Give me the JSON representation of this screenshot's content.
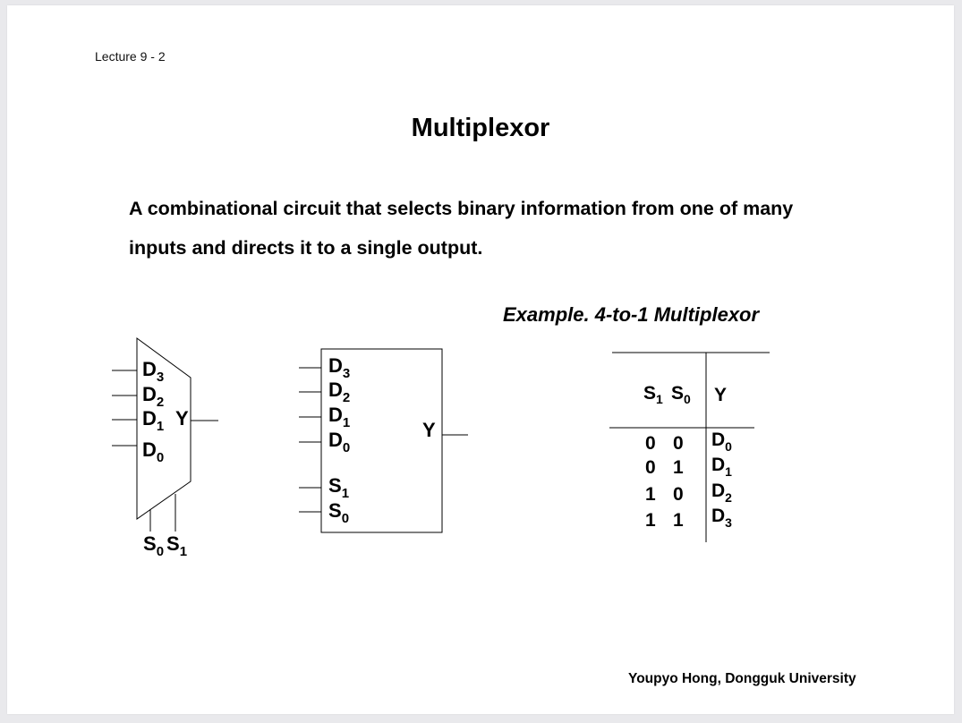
{
  "header": {
    "lecture_label": "Lecture 9 - 2"
  },
  "title": "Multiplexor",
  "body": {
    "line1": "A combinational circuit that selects binary information from one of many",
    "line2": "inputs and directs it to a single output."
  },
  "example_caption": "Example. 4-to-1 Multiplexor",
  "mux_symbol": {
    "inputs": [
      {
        "base": "D",
        "sub": "3"
      },
      {
        "base": "D",
        "sub": "2"
      },
      {
        "base": "D",
        "sub": "1"
      },
      {
        "base": "D",
        "sub": "0"
      }
    ],
    "output": "Y",
    "selects": [
      {
        "base": "S",
        "sub": "0"
      },
      {
        "base": "S",
        "sub": "1"
      }
    ]
  },
  "block_diagram": {
    "inputs": [
      {
        "base": "D",
        "sub": "3"
      },
      {
        "base": "D",
        "sub": "2"
      },
      {
        "base": "D",
        "sub": "1"
      },
      {
        "base": "D",
        "sub": "0"
      }
    ],
    "selects": [
      {
        "base": "S",
        "sub": "1"
      },
      {
        "base": "S",
        "sub": "0"
      }
    ],
    "output": "Y"
  },
  "truth_table": {
    "headers": [
      {
        "base": "S",
        "sub": "1"
      },
      {
        "base": "S",
        "sub": "0"
      },
      {
        "base": "Y",
        "sub": ""
      }
    ],
    "rows": [
      {
        "s1": "0",
        "s0": "0",
        "y_base": "D",
        "y_sub": "0"
      },
      {
        "s1": "0",
        "s0": "1",
        "y_base": "D",
        "y_sub": "1"
      },
      {
        "s1": "1",
        "s0": "0",
        "y_base": "D",
        "y_sub": "2"
      },
      {
        "s1": "1",
        "s0": "1",
        "y_base": "D",
        "y_sub": "3"
      }
    ]
  },
  "footer": "Youpyo Hong, Dongguk University"
}
